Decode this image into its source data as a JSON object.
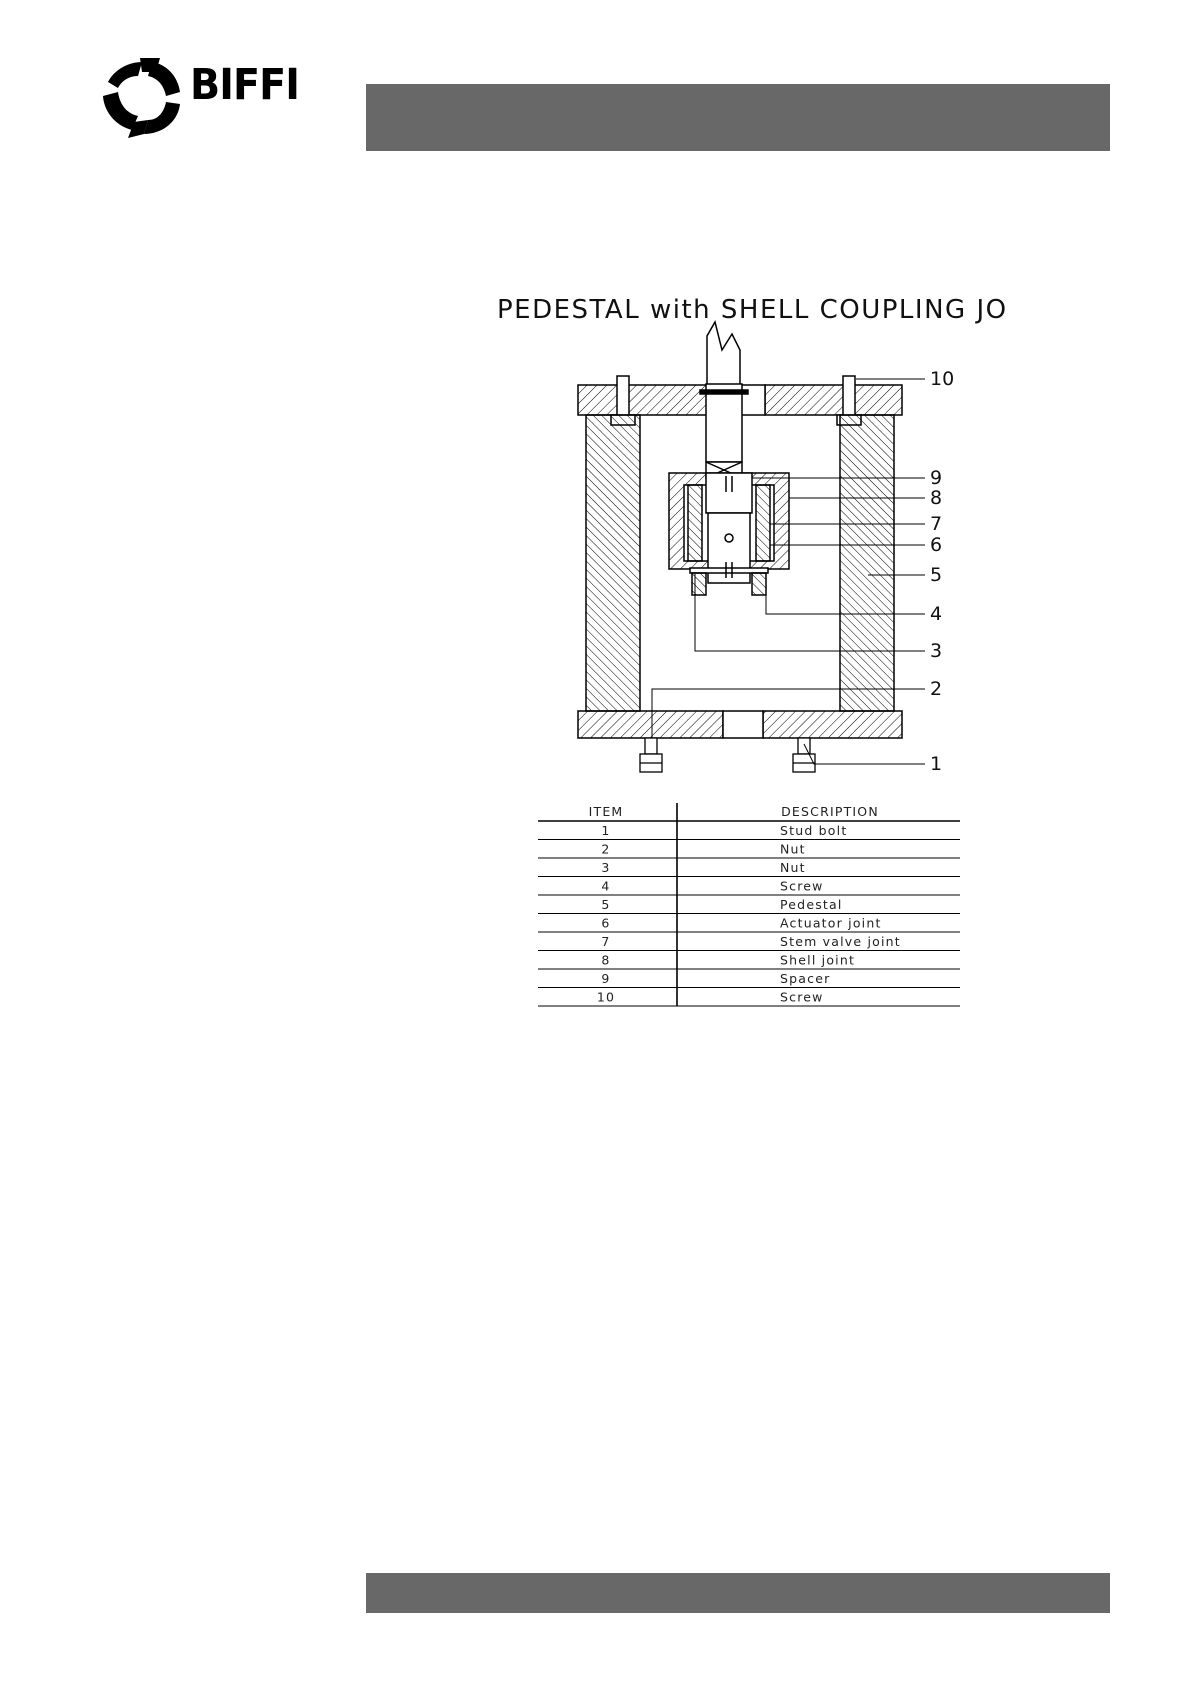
{
  "brand": {
    "name": "BIFFI"
  },
  "drawing": {
    "title": "PEDESTAL with SHELL COUPLING JOINT",
    "callouts": [
      "10",
      "9",
      "8",
      "7",
      "6",
      "5",
      "4",
      "3",
      "2",
      "1"
    ]
  },
  "parts_table": {
    "headers": [
      "ITEM",
      "DESCRIPTION"
    ],
    "rows": [
      {
        "item": "1",
        "description": "Stud bolt"
      },
      {
        "item": "2",
        "description": "Nut"
      },
      {
        "item": "3",
        "description": "Nut"
      },
      {
        "item": "4",
        "description": "Screw"
      },
      {
        "item": "5",
        "description": "Pedestal"
      },
      {
        "item": "6",
        "description": "Actuator joint"
      },
      {
        "item": "7",
        "description": "Stem valve joint"
      },
      {
        "item": "8",
        "description": "Shell joint"
      },
      {
        "item": "9",
        "description": "Spacer"
      },
      {
        "item": "10",
        "description": "Screw"
      }
    ]
  },
  "colors": {
    "band": "#686868",
    "ink": "#000000"
  }
}
